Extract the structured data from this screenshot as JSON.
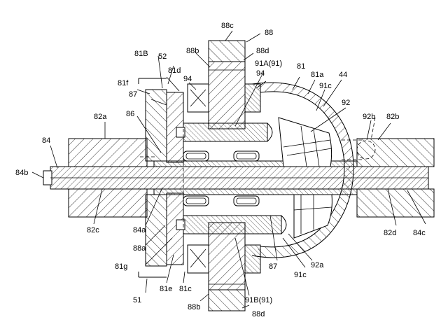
{
  "labels": {
    "l88c": "88c",
    "l88": "88",
    "l88d_top": "88d",
    "l88b_top": "88b",
    "l81B": "81B",
    "l52": "52",
    "l91A": "91A(91)",
    "l81": "81",
    "l94_left": "94",
    "l94_right": "94",
    "l81d": "81d",
    "l81f": "81f",
    "l81a": "81a",
    "l44": "44",
    "l87_top": "87",
    "l91c_top": "91c",
    "l92": "92",
    "l86": "86",
    "l82a": "82a",
    "l92b": "92b",
    "l82b": "82b",
    "l84": "84",
    "l84b": "84b",
    "l82c": "82c",
    "l84a": "84a",
    "l88a": "88a",
    "l82d": "82d",
    "l84c": "84c",
    "l92a": "92a",
    "l87_bot": "87",
    "l91c_bot": "91c",
    "l81g": "81g",
    "l81e": "81e",
    "l81c": "81c",
    "l51": "51",
    "l88b_bot": "88b",
    "l91B": "91B(91)",
    "l88d_bot": "88d"
  },
  "colors": {
    "line": "#000000",
    "background": "#ffffff"
  }
}
